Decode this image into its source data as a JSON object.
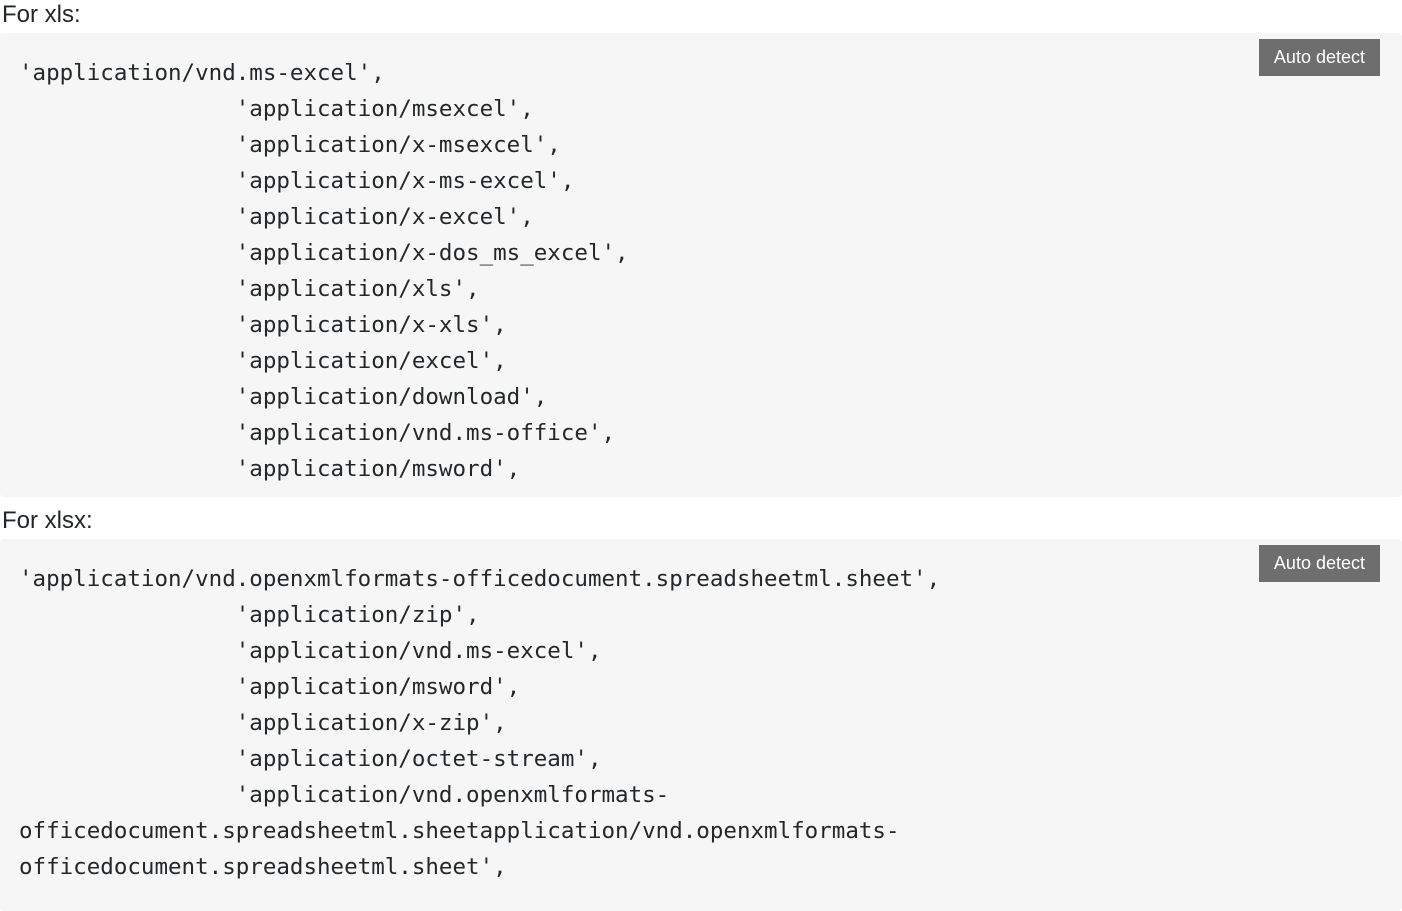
{
  "colors": {
    "page_bg": "#ffffff",
    "code_bg": "#f6f6f6",
    "code_text": "#242729",
    "heading_text": "#232629",
    "button_bg": "#6e6e6e",
    "button_text": "#ffffff"
  },
  "sections": [
    {
      "heading": "For xls:",
      "auto_detect_label": "Auto detect",
      "code_lines": [
        "'application/vnd.ms-excel',",
        "                'application/msexcel',",
        "                'application/x-msexcel',",
        "                'application/x-ms-excel',",
        "                'application/x-excel',",
        "                'application/x-dos_ms_excel',",
        "                'application/xls',",
        "                'application/x-xls',",
        "                'application/excel',",
        "                'application/download',",
        "                'application/vnd.ms-office',",
        "                'application/msword',"
      ]
    },
    {
      "heading": "For xlsx:",
      "auto_detect_label": "Auto detect",
      "code_lines": [
        "'application/vnd.openxmlformats-officedocument.spreadsheetml.sheet',",
        "                'application/zip',",
        "                'application/vnd.ms-excel',",
        "                'application/msword',",
        "                'application/x-zip',",
        "                'application/octet-stream',",
        "                'application/vnd.openxmlformats-",
        "officedocument.spreadsheetml.sheetapplication/vnd.openxmlformats-",
        "officedocument.spreadsheetml.sheet',"
      ]
    }
  ]
}
